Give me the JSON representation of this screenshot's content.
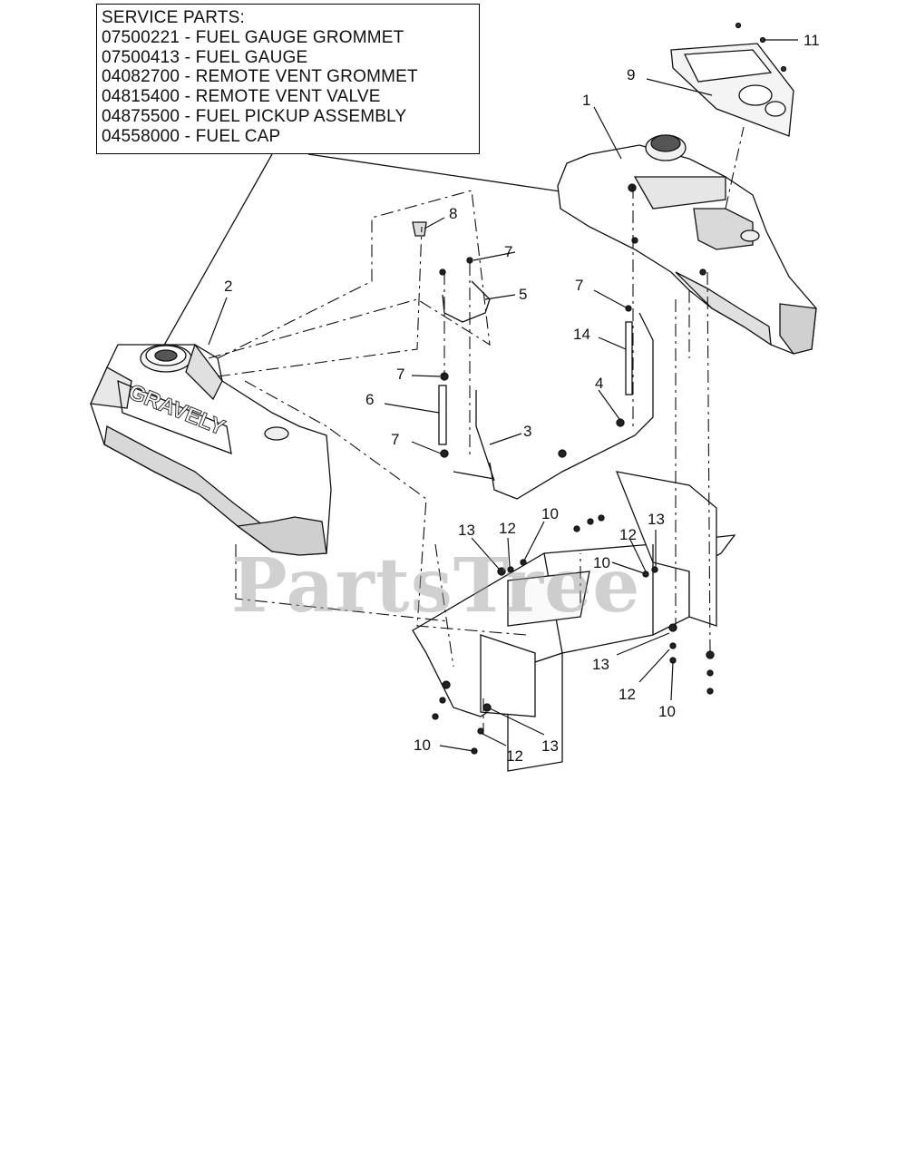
{
  "service_parts": {
    "heading": "SERVICE PARTS:",
    "items": [
      "07500221 - FUEL GAUGE GROMMET",
      "07500413 - FUEL GAUGE",
      "04082700 - REMOTE VENT GROMMET",
      "04815400 - REMOTE VENT VALVE",
      "04875500 - FUEL PICKUP ASSEMBLY",
      "04558000 - FUEL CAP"
    ]
  },
  "brand_label": "GRAVELY",
  "watermark": "PartsTree",
  "callouts": {
    "c1": "1",
    "c2": "2",
    "c3": "3",
    "c4": "4",
    "c5": "5",
    "c6": "6",
    "c7a": "7",
    "c7b": "7",
    "c7c": "7",
    "c7d": "7",
    "c8": "8",
    "c9": "9",
    "c10a": "10",
    "c10b": "10",
    "c10c": "10",
    "c10d": "10",
    "c11": "11",
    "c12a": "12",
    "c12b": "12",
    "c12c": "12",
    "c12d": "12",
    "c13a": "13",
    "c13b": "13",
    "c13c": "13",
    "c13d": "13",
    "c14": "14"
  }
}
